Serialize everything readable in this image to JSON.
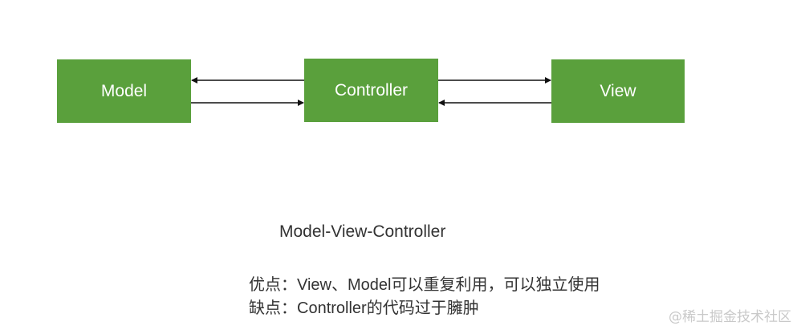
{
  "nodes": {
    "model": "Model",
    "controller": "Controller",
    "view": "View"
  },
  "caption": {
    "title": "Model-View-Controller",
    "pros": "优点：View、Model可以重复利用，可以独立使用",
    "cons": "缺点：Controller的代码过于臃肿"
  },
  "watermark": "@稀土掘金技术社区",
  "colors": {
    "node_fill": "#5aa03c",
    "node_text": "#ffffff",
    "arrow": "#111111"
  }
}
